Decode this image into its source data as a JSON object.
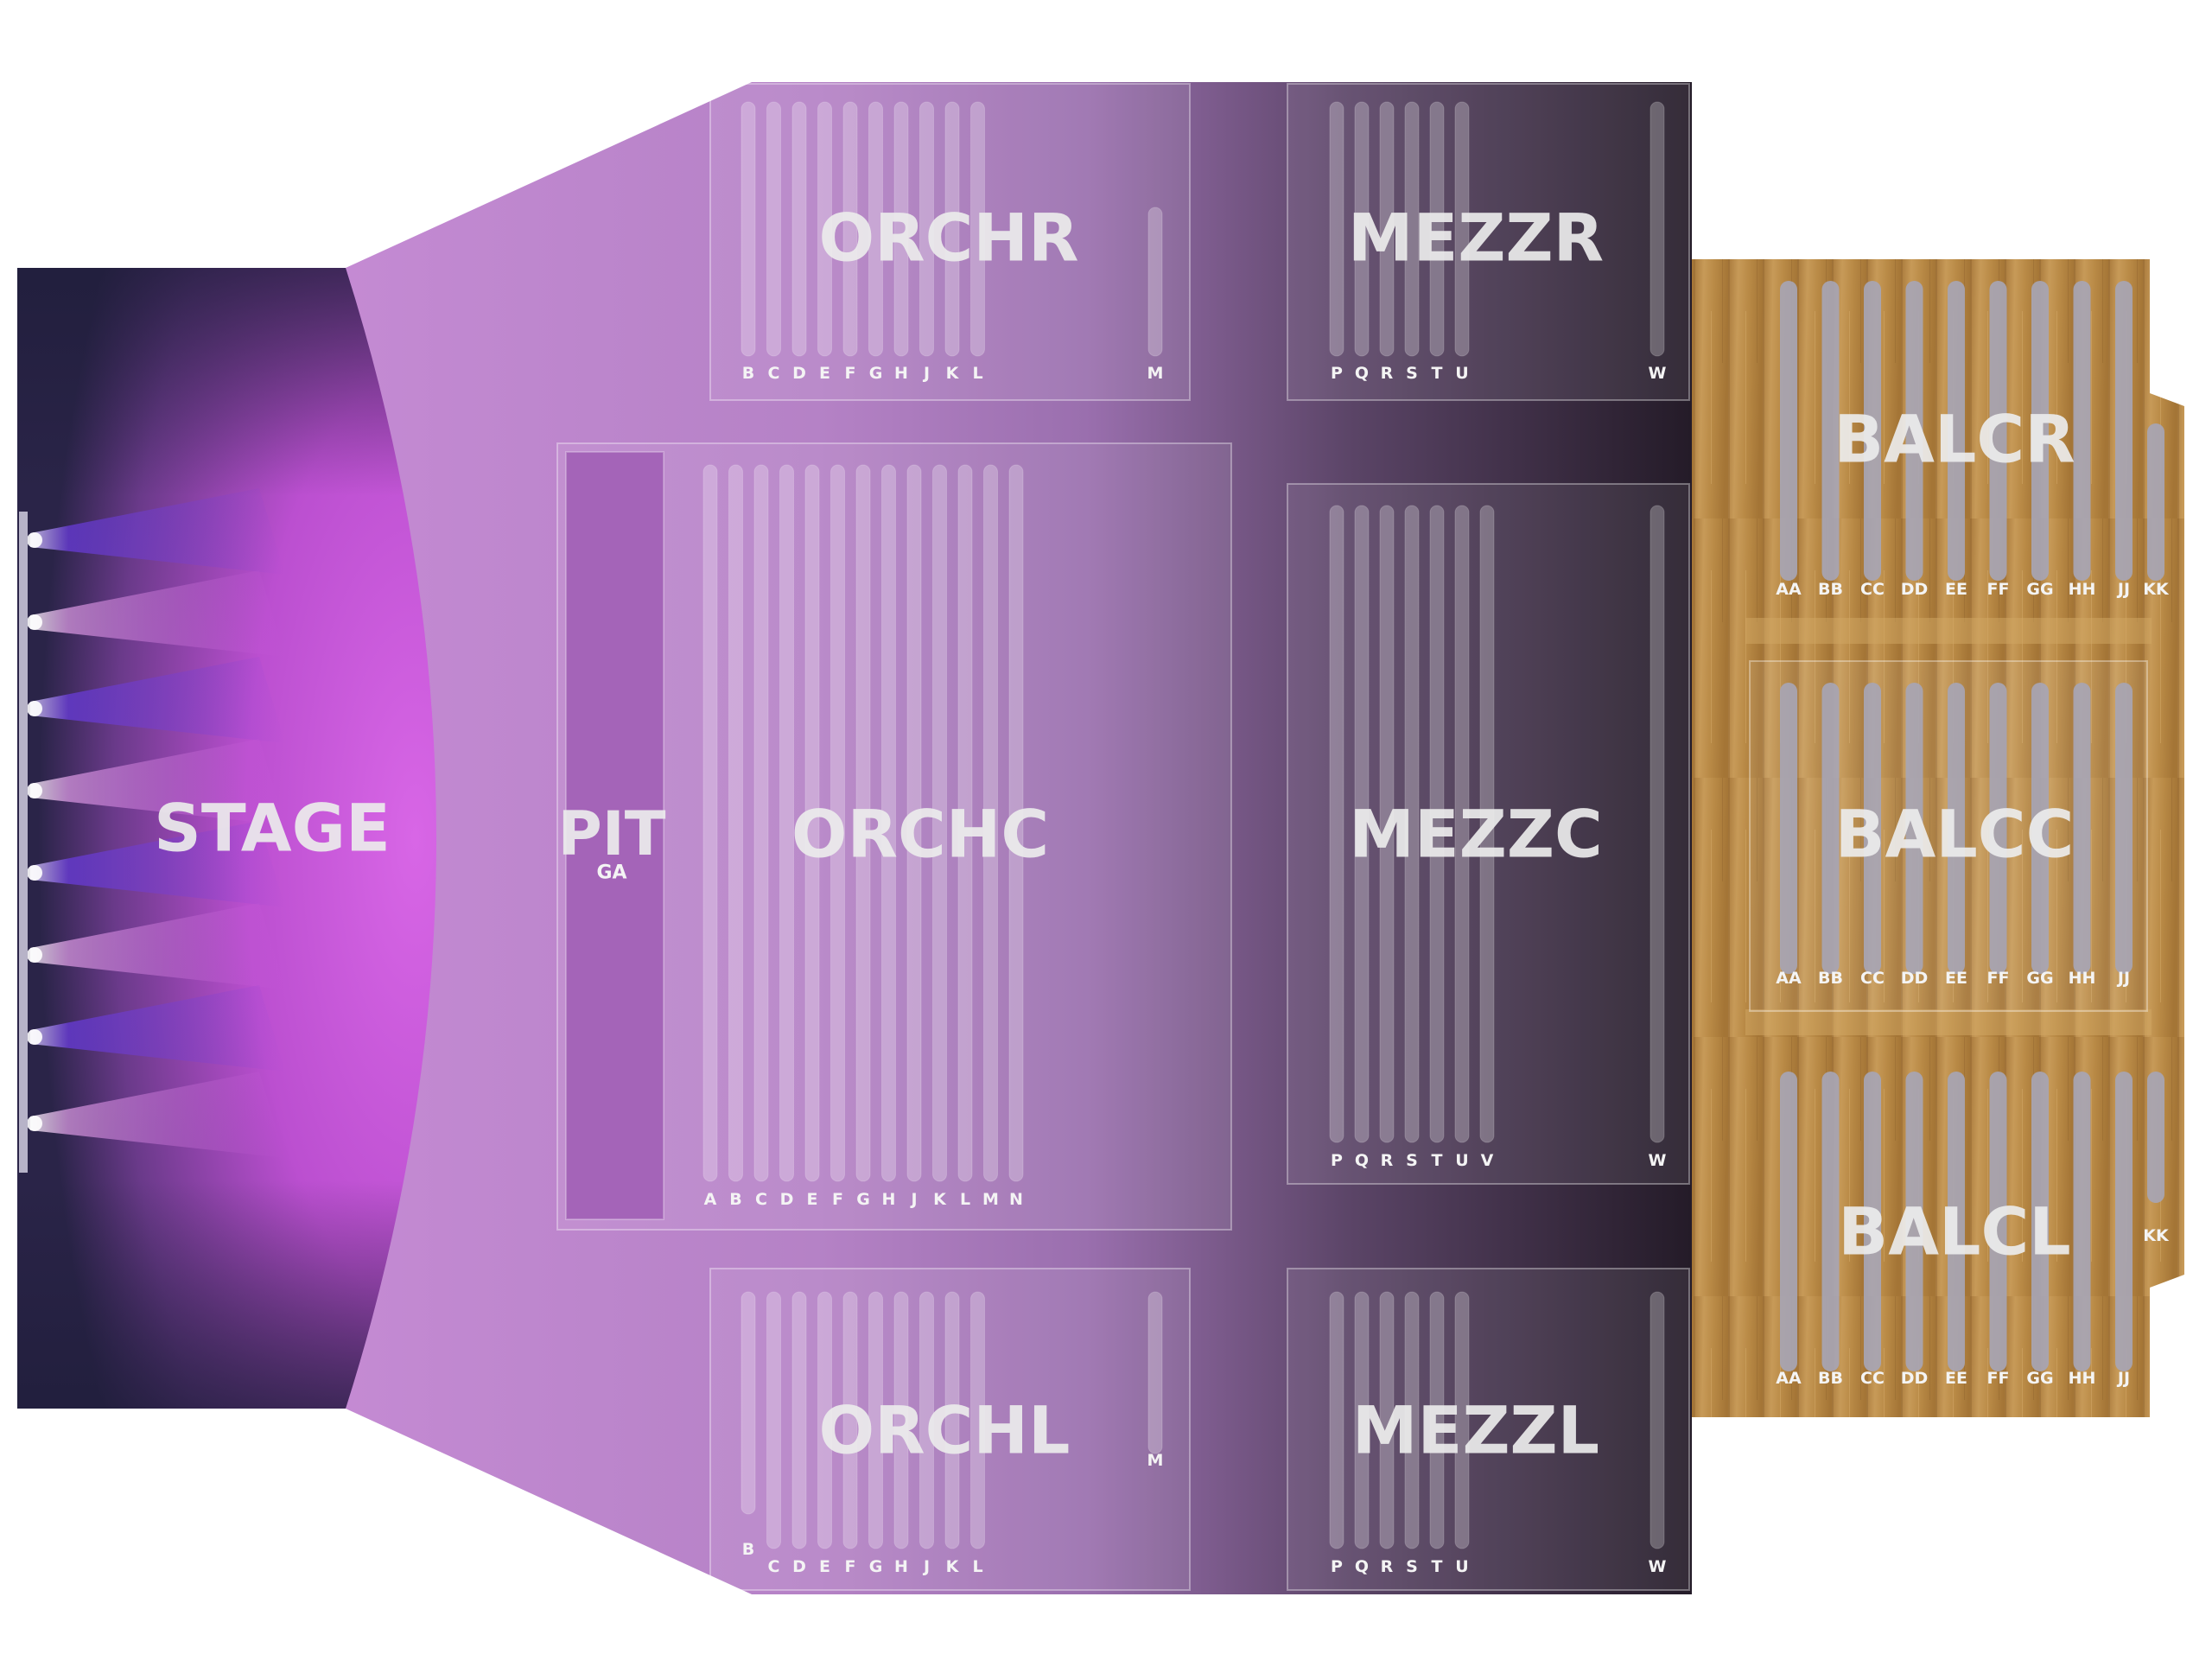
{
  "venue": {
    "stage": {
      "label": "STAGE"
    },
    "pit": {
      "label": "PIT",
      "sub_label": "GA"
    },
    "sections": {
      "orchr": {
        "label": "ORCHR",
        "rows": [
          "B",
          "C",
          "D",
          "E",
          "F",
          "G",
          "H",
          "J",
          "K",
          "L",
          "M"
        ]
      },
      "orchc": {
        "label": "ORCHC",
        "rows": [
          "A",
          "B",
          "C",
          "D",
          "E",
          "F",
          "G",
          "H",
          "J",
          "K",
          "L",
          "M",
          "N"
        ]
      },
      "orchl": {
        "label": "ORCHL",
        "rows": [
          "B",
          "C",
          "D",
          "E",
          "F",
          "G",
          "H",
          "J",
          "K",
          "L",
          "M"
        ]
      },
      "mezzr": {
        "label": "MEZZR",
        "rows": [
          "P",
          "Q",
          "R",
          "S",
          "T",
          "U",
          "W"
        ]
      },
      "mezzc": {
        "label": "MEZZC",
        "rows": [
          "P",
          "Q",
          "R",
          "S",
          "T",
          "U",
          "V",
          "W"
        ]
      },
      "mezzl": {
        "label": "MEZZL",
        "rows": [
          "P",
          "Q",
          "R",
          "S",
          "T",
          "U",
          "W"
        ]
      },
      "balcr": {
        "label": "BALCR",
        "rows": [
          "AA",
          "BB",
          "CC",
          "DD",
          "EE",
          "FF",
          "GG",
          "HH",
          "JJ",
          "KK"
        ]
      },
      "balcc": {
        "label": "BALCC",
        "rows": [
          "AA",
          "BB",
          "CC",
          "DD",
          "EE",
          "FF",
          "GG",
          "HH",
          "JJ"
        ]
      },
      "balcl": {
        "label": "BALCL",
        "rows": [
          "AA",
          "BB",
          "CC",
          "DD",
          "EE",
          "FF",
          "GG",
          "HH",
          "JJ",
          "KK"
        ]
      }
    },
    "colors": {
      "stage_glow": "#d35ee0",
      "stage_dark": "#2c2547",
      "orchestra": "#b982c9",
      "mezzanine_dark": "#2a2130",
      "balcony_wood": "#b98a46"
    }
  }
}
